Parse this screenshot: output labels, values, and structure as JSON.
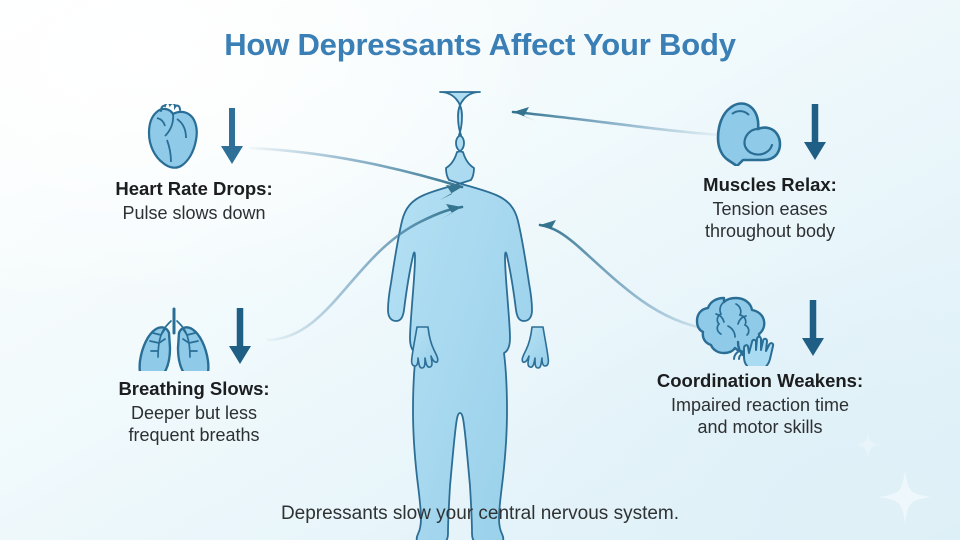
{
  "title": "How Depressants Affect Your Body",
  "caption": "Depressants slow your central nervous system.",
  "colors": {
    "title": "#3a7fb5",
    "body_fill": "#a9daf0",
    "body_stroke": "#2c6e96",
    "icon_fill": "#8fcbe8",
    "icon_stroke": "#2a6e96",
    "arrow": "#4b87ab",
    "arrow_dark": "#1f5f86",
    "text": "#1b1d1f",
    "background": "#e6f4fa"
  },
  "center": {
    "figure_name": "human-body-silhouette",
    "sparkle_name": "sparkle-decoration"
  },
  "nodes": [
    {
      "id": "heart",
      "icon": "heart-icon",
      "arrow_icon": "down-arrow-icon",
      "heading": "Heart Rate Drops:",
      "lines": [
        "Pulse slows down"
      ]
    },
    {
      "id": "breathing",
      "icon": "lungs-icon",
      "arrow_icon": "down-arrow-icon",
      "heading": "Breathing Slows:",
      "lines": [
        "Deeper but less",
        "frequent breaths"
      ]
    },
    {
      "id": "muscles",
      "icon": "flexed-bicep-icon",
      "arrow_icon": "down-arrow-icon",
      "heading": "Muscles Relax:",
      "lines": [
        "Tension eases",
        "throughout body"
      ]
    },
    {
      "id": "coordination",
      "icon": "brain-and-hand-icon",
      "arrow_icon": "down-arrow-icon",
      "heading": "Coordination Weakens:",
      "lines": [
        "Impaired reaction time",
        "and motor skills"
      ]
    }
  ],
  "connectors": [
    {
      "name": "connector-heart-to-chest",
      "from": "heart",
      "to": "upper-chest"
    },
    {
      "name": "connector-lungs-to-chest",
      "from": "lungs",
      "to": "chest"
    },
    {
      "name": "connector-muscle-to-head",
      "from": "muscle",
      "to": "head"
    },
    {
      "name": "connector-brain-to-torso",
      "from": "brain",
      "to": "torso"
    }
  ]
}
